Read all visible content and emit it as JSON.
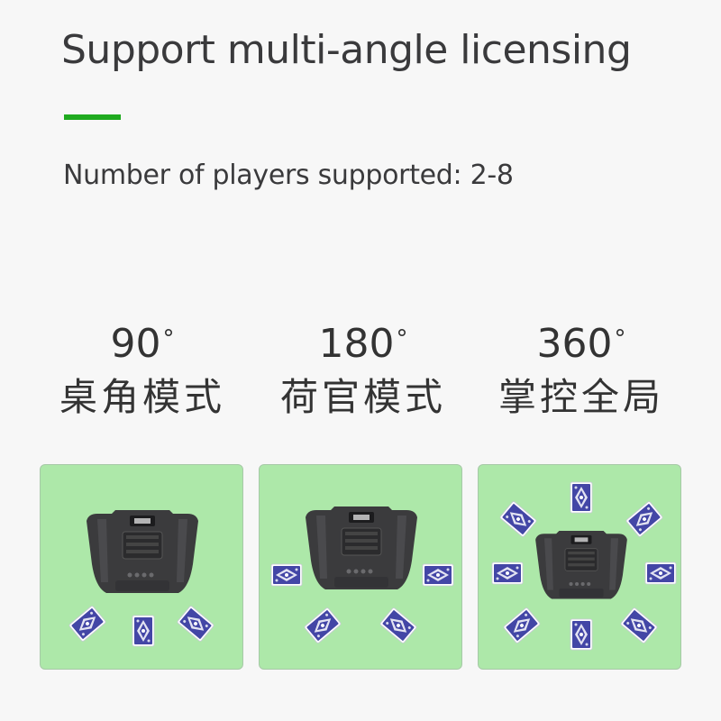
{
  "header": {
    "title": "Support multi-angle licensing",
    "subtitle": "Number of players supported: 2-8"
  },
  "colors": {
    "accent": "#1faa1f",
    "panel_bg": "#ade8a9",
    "card_blue": "#3d3fa0",
    "device": "#3b3b3d"
  },
  "modes": [
    {
      "angle": "90",
      "degree": "°",
      "label": "桌角模式",
      "cards": 3
    },
    {
      "angle": "180",
      "degree": "°",
      "label": "荷官模式",
      "cards": 4
    },
    {
      "angle": "360",
      "degree": "°",
      "label": "掌控全局",
      "cards": 8
    }
  ]
}
